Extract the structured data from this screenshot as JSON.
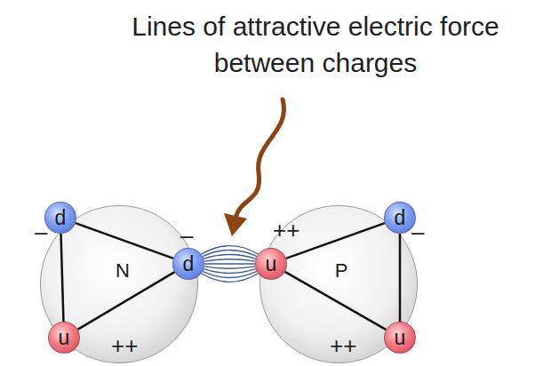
{
  "diagram": {
    "nodes": [
      {
        "text": [
          "N"
        ]
      },
      {
        "text": [
          "d"
        ],
        "in": 0
      },
      {
        "text": [
          "d"
        ],
        "in": 0
      },
      {
        "text": [
          "u"
        ],
        "in": 0
      },
      {
        "text": [
          "P"
        ]
      },
      {
        "text": [
          "u"
        ],
        "in": 4
      },
      {
        "text": [
          "d"
        ],
        "in": 4
      },
      {
        "text": [
          "u"
        ],
        "in": 4
      }
    ],
    "edges": [
      {
        "from": 1,
        "to": 2,
        "arrow": "none"
      },
      {
        "from": 2,
        "to": 3,
        "arrow": "none"
      },
      {
        "from": 3,
        "to": 1,
        "arrow": "none"
      },
      {
        "from": 5,
        "to": 6,
        "arrow": "none"
      },
      {
        "from": 6,
        "to": 7,
        "arrow": "none"
      },
      {
        "from": 7,
        "to": 5,
        "arrow": "none"
      },
      {
        "from": 2,
        "to": 5,
        "arrow": "none"
      }
    ],
    "labels": [
      "Lines of attractive electric force between charges",
      "–",
      "–",
      "++",
      "++",
      "–",
      "++"
    ]
  }
}
